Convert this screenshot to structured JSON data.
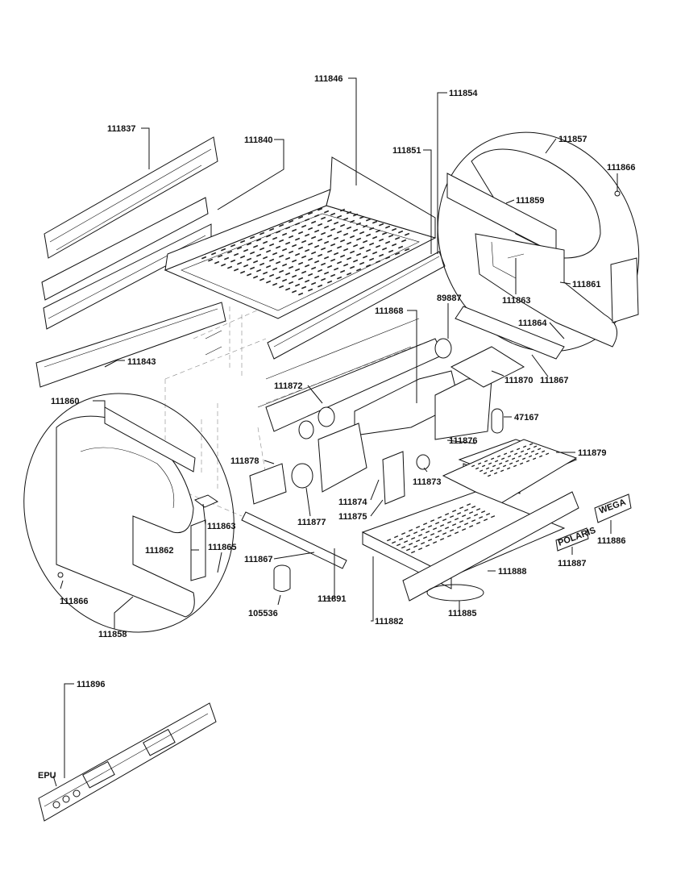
{
  "diagram": {
    "labels": {
      "p111837": "111837",
      "p111840": "111840",
      "p111846": "111846",
      "p111854": "111854",
      "p111851": "111851",
      "p111857": "111857",
      "p111866a": "111866",
      "p111859": "111859",
      "p111861": "111861",
      "p111863a": "111863",
      "p111864": "111864",
      "p111867a": "111867",
      "p111870": "111870",
      "p89887": "89887",
      "p111868": "111868",
      "p111843": "111843",
      "p111860": "111860",
      "p111872": "111872",
      "p47167": "47167",
      "p111876": "111876",
      "p111879": "111879",
      "p111878": "111878",
      "p111873": "111873",
      "p111874": "111874",
      "p111875": "111875",
      "p111877": "111877",
      "p111863b": "111863",
      "p111862": "111862",
      "p111865": "111865",
      "p111867b": "111867",
      "p111866b": "111866",
      "p105536": "105536",
      "p111891": "111891",
      "p111858": "111858",
      "p111888": "111888",
      "p111885": "111885",
      "p111882": "111882",
      "p111887": "111887",
      "p111886": "111886",
      "p111896": "111896",
      "epu": "EPU"
    },
    "logos": {
      "wega": "WEGA",
      "polaris": "POLARIS"
    },
    "colors": {
      "line": "#111111",
      "background": "#ffffff"
    }
  }
}
